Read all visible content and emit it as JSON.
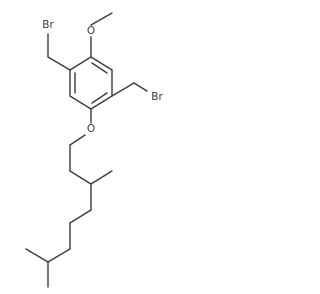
{
  "molecule": {
    "atoms": {
      "br_top_left": "Br",
      "o_top": "O",
      "br_right": "Br",
      "o_middle": "O"
    }
  },
  "colors": {
    "bond": "#3a3a3a",
    "background": "#ffffff"
  }
}
